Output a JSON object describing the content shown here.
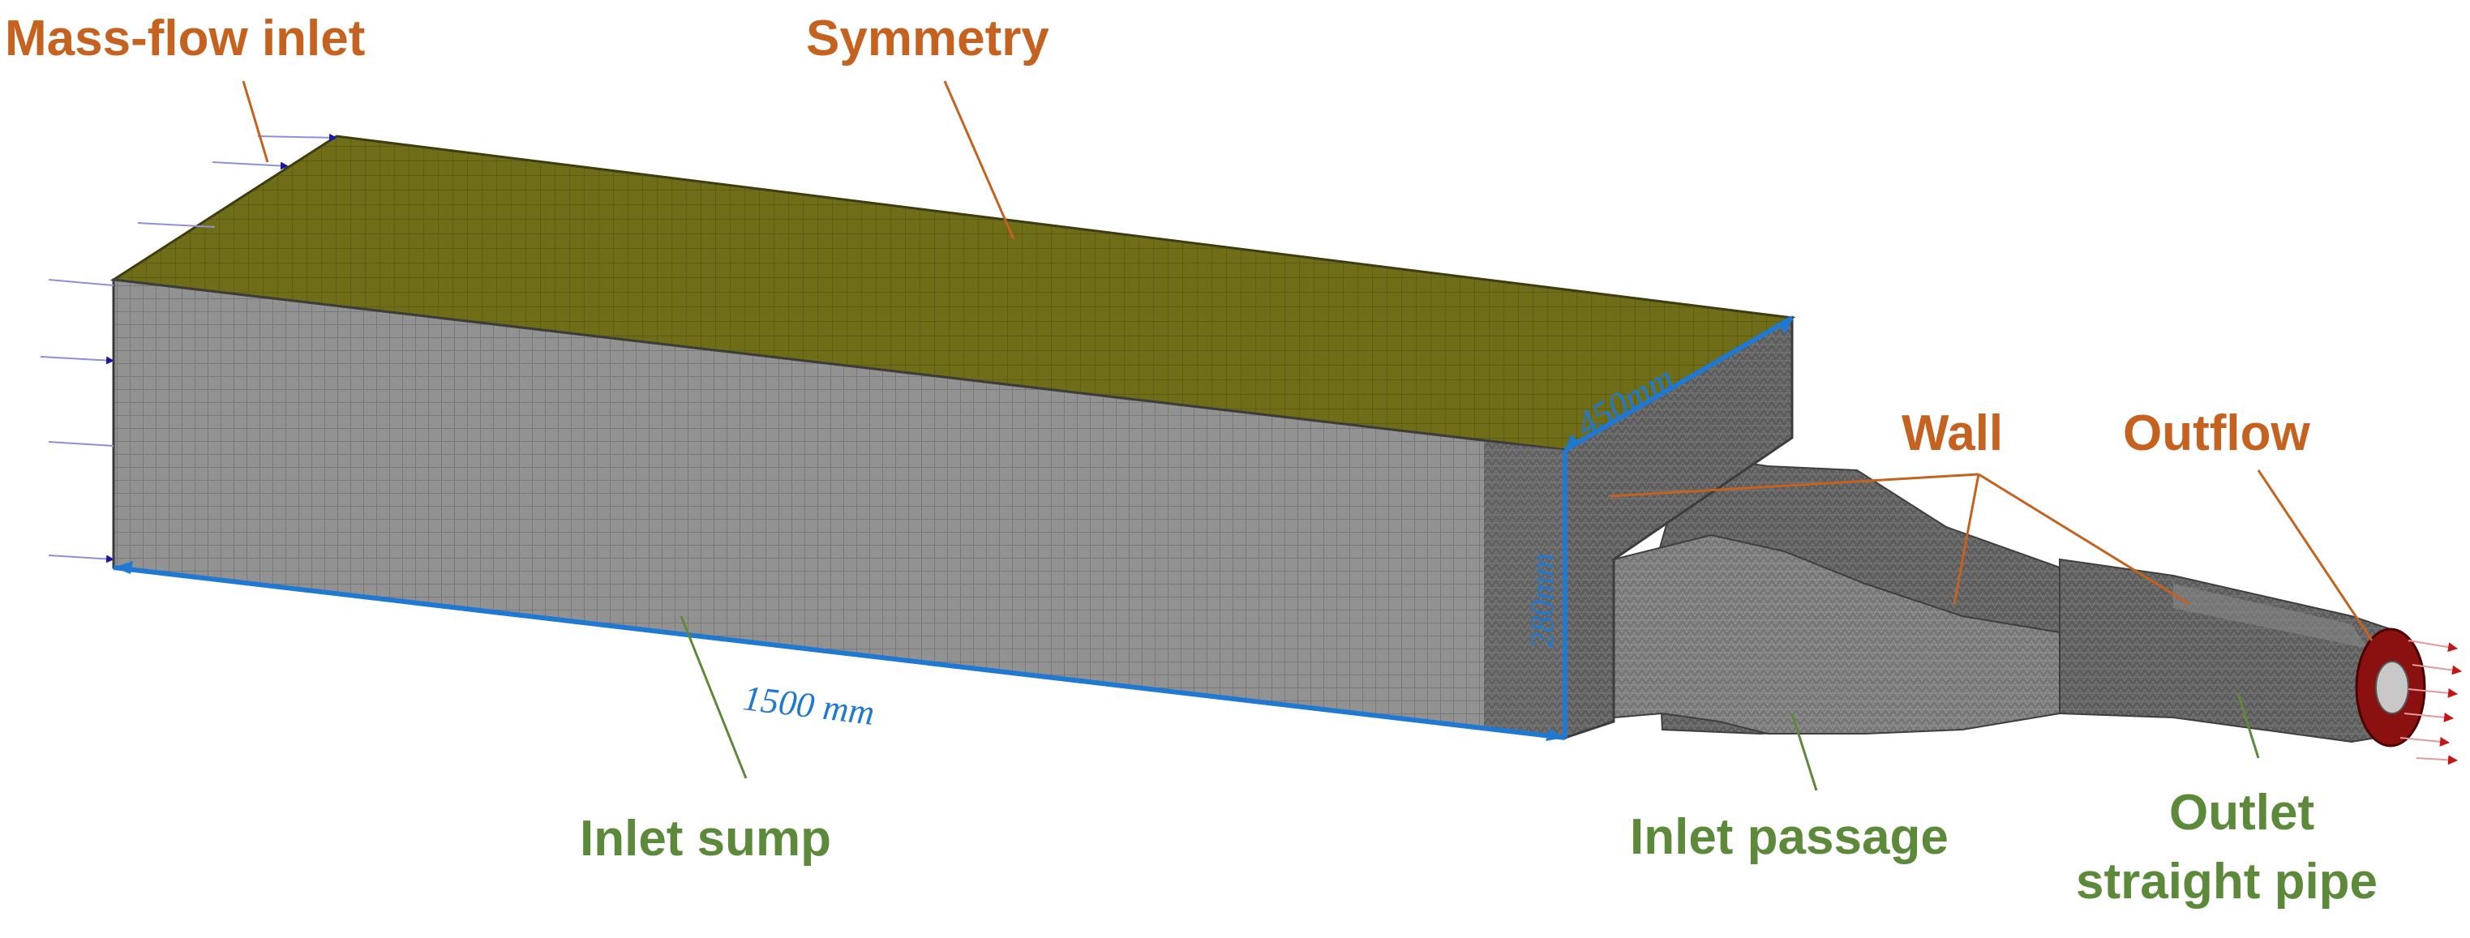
{
  "labels": {
    "mass_flow_inlet": "Mass-flow inlet",
    "symmetry": "Symmetry",
    "wall": "Wall",
    "outflow": "Outflow",
    "inlet_sump": "Inlet sump",
    "inlet_passage": "Inlet passage",
    "outlet_line1": "Outlet",
    "outlet_line2": "straight pipe"
  },
  "dimensions": {
    "length": "1500 mm",
    "width": "450mm",
    "height": "280mm"
  },
  "colors": {
    "boundary_label": "#c5621f",
    "region_label": "#5d8a3a",
    "dimension": "#1f78d1",
    "symmetry_face": "#6f6d17",
    "mesh_face": "#8d8d8d",
    "inlet_arrow": "#1a1aa0",
    "outlet_arrow": "#c41616"
  }
}
